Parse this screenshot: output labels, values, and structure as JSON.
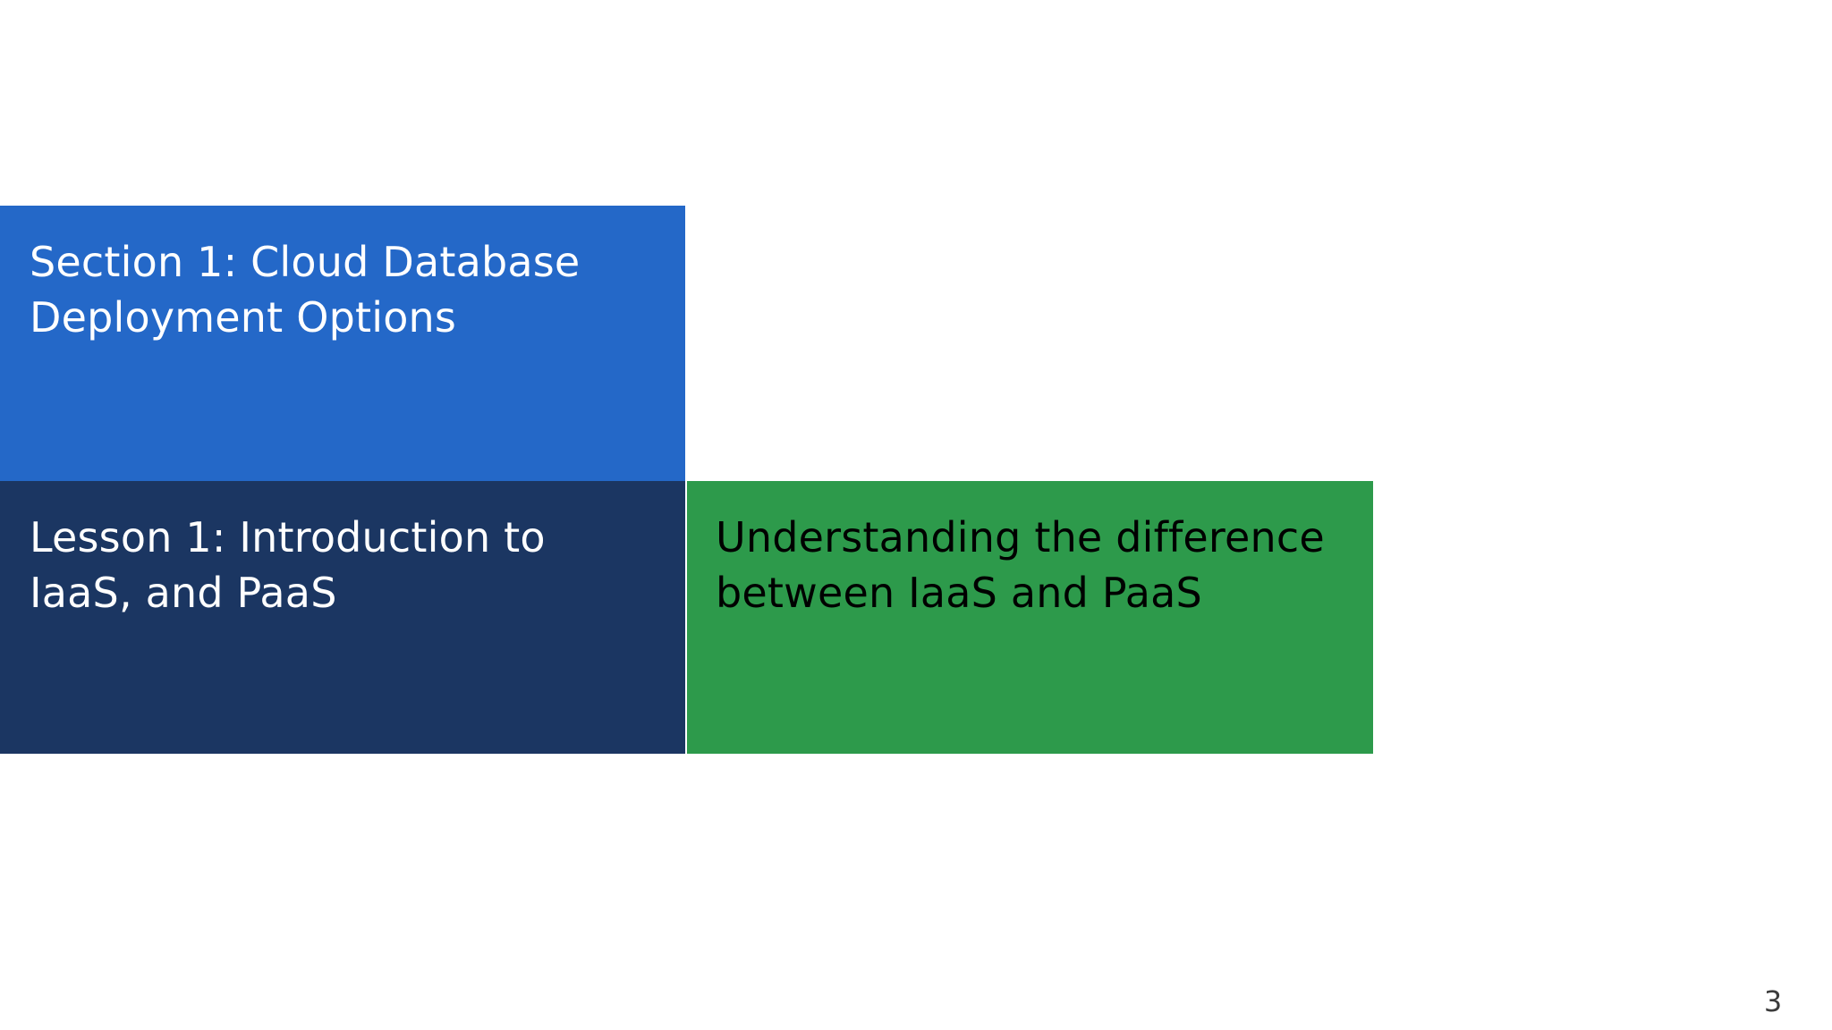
{
  "slide": {
    "number": "3",
    "background_color": "#ffffff",
    "blocks": {
      "section": {
        "title": "Section 1: Cloud Database\nDeployment Options",
        "background_color": "#2468c8",
        "text_color": "#ffffff"
      },
      "lesson": {
        "title": "Lesson 1: Introduction to\nIaaS, and PaaS",
        "background_color": "#1b3662",
        "text_color": "#ffffff"
      },
      "description": {
        "text": "Understanding the difference\nbetween IaaS and PaaS",
        "background_color": "#2d9a4b",
        "text_color": "#000000"
      }
    }
  }
}
